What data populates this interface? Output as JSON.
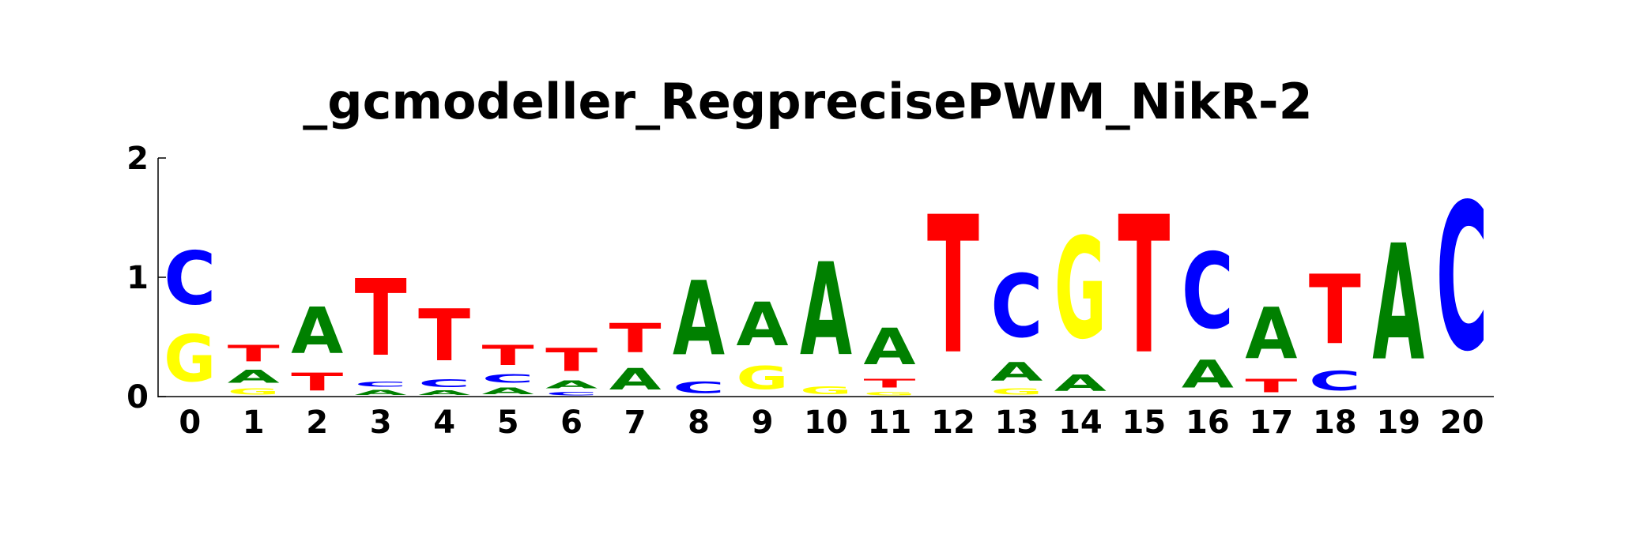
{
  "chart_data": {
    "type": "sequence-logo",
    "title": "_gcmodeller_RegprecisePWM_NikR-2",
    "ylim": [
      0,
      2
    ],
    "yticks": [
      "0",
      "1",
      "2"
    ],
    "colors": {
      "A": "#008000",
      "C": "#0000ff",
      "G": "#ffff00",
      "T": "#ff0000"
    },
    "positions": [
      {
        "x": "0",
        "letters": [
          {
            "b": "G",
            "h": 0.63
          },
          {
            "b": "C",
            "h": 0.72
          }
        ]
      },
      {
        "x": "1",
        "letters": [
          {
            "b": "G",
            "h": 0.08
          },
          {
            "b": "A",
            "h": 0.17
          },
          {
            "b": "T",
            "h": 0.22
          }
        ]
      },
      {
        "x": "2",
        "letters": [
          {
            "b": "T",
            "h": 0.24
          },
          {
            "b": "A",
            "h": 0.62
          }
        ]
      },
      {
        "x": "3",
        "letters": [
          {
            "b": "A",
            "h": 0.07
          },
          {
            "b": "C",
            "h": 0.07
          },
          {
            "b": "T",
            "h": 1.03
          }
        ]
      },
      {
        "x": "4",
        "letters": [
          {
            "b": "A",
            "h": 0.06
          },
          {
            "b": "C",
            "h": 0.1
          },
          {
            "b": "T",
            "h": 0.7
          }
        ]
      },
      {
        "x": "5",
        "letters": [
          {
            "b": "A",
            "h": 0.09
          },
          {
            "b": "C",
            "h": 0.12
          },
          {
            "b": "T",
            "h": 0.27
          }
        ]
      },
      {
        "x": "6",
        "letters": [
          {
            "b": "C",
            "h": 0.05
          },
          {
            "b": "A",
            "h": 0.1
          },
          {
            "b": "T",
            "h": 0.31
          }
        ]
      },
      {
        "x": "7",
        "letters": [
          {
            "b": "A",
            "h": 0.29
          },
          {
            "b": "T",
            "h": 0.39
          }
        ]
      },
      {
        "x": "8",
        "letters": [
          {
            "b": "C",
            "h": 0.15
          },
          {
            "b": "A",
            "h": 1.0
          }
        ]
      },
      {
        "x": "9",
        "letters": [
          {
            "b": "G",
            "h": 0.31
          },
          {
            "b": "A",
            "h": 0.59
          }
        ]
      },
      {
        "x": "10",
        "letters": [
          {
            "b": "G",
            "h": 0.1
          },
          {
            "b": "A",
            "h": 1.25
          }
        ]
      },
      {
        "x": "11",
        "letters": [
          {
            "b": "G",
            "h": 0.05
          },
          {
            "b": "T",
            "h": 0.12
          },
          {
            "b": "A",
            "h": 0.49
          }
        ]
      },
      {
        "x": "12",
        "letters": [
          {
            "b": "T",
            "h": 1.85
          }
        ]
      },
      {
        "x": "13",
        "letters": [
          {
            "b": "G",
            "h": 0.08
          },
          {
            "b": "A",
            "h": 0.25
          },
          {
            "b": "C",
            "h": 0.85
          }
        ]
      },
      {
        "x": "14",
        "letters": [
          {
            "b": "A",
            "h": 0.22
          },
          {
            "b": "G",
            "h": 1.36
          }
        ]
      },
      {
        "x": "15",
        "letters": [
          {
            "b": "T",
            "h": 1.85
          }
        ]
      },
      {
        "x": "16",
        "letters": [
          {
            "b": "A",
            "h": 0.37
          },
          {
            "b": "C",
            "h": 1.02
          }
        ]
      },
      {
        "x": "17",
        "letters": [
          {
            "b": "T",
            "h": 0.18
          },
          {
            "b": "A",
            "h": 0.69
          }
        ]
      },
      {
        "x": "18",
        "letters": [
          {
            "b": "C",
            "h": 0.26
          },
          {
            "b": "T",
            "h": 0.93
          }
        ]
      },
      {
        "x": "19",
        "letters": [
          {
            "b": "A",
            "h": 1.56
          }
        ]
      },
      {
        "x": "20",
        "letters": [
          {
            "b": "C",
            "h": 1.98
          }
        ]
      }
    ]
  }
}
